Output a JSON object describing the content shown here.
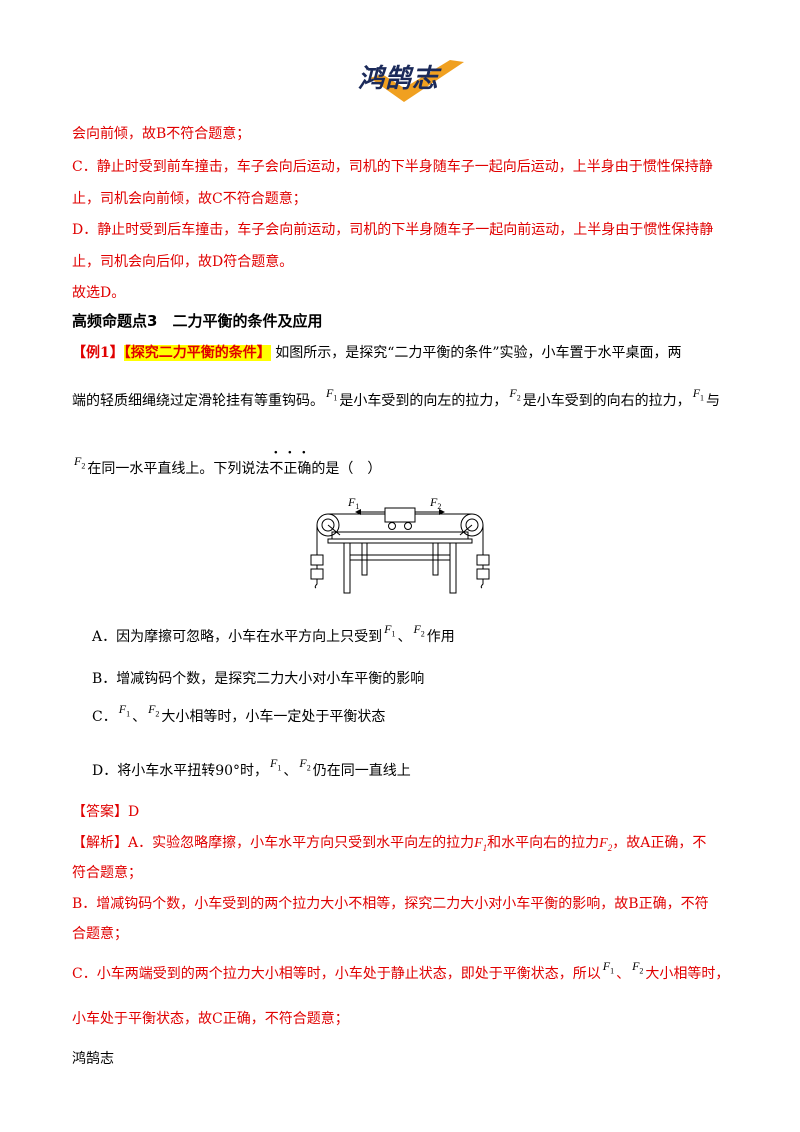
{
  "header": {
    "logo_text": "鸿鹄志"
  },
  "footer": {
    "text": "鸿鹄志"
  },
  "prev": {
    "l1": "会向前倾，故B不符合题意；",
    "l2": "C．静止时受到前车撞击，车子会向后运动，司机的下半身随车子一起向后运动，上半身由于惯性保持静",
    "l3": "止，司机会向前倾，故C不符合题意；",
    "l4": "D．静止时受到后车撞击，车子会向前运动，司机的下半身随车子一起向前运动，上半身由于惯性保持静",
    "l5": "止，司机会向后仰，故D符合题意。",
    "l6": "故选D。"
  },
  "section": {
    "title": "高频命题点3　二力平衡的条件及应用"
  },
  "example": {
    "tag": "【例1】",
    "highlight": "【探究二力平衡的条件】",
    "l1": " 如图所示，是探究“二力平衡的条件”实验，小车置于水平桌面，两",
    "l2a": "端的轻质细绳绕过定滑轮挂有等重钩码。",
    "l2b": "是小车受到的向左的拉力，",
    "l2c": "是小车受到的向右的拉力，",
    "l2d": "与",
    "l3a": "在同一水平直线上。下列说法",
    "l3_not": "不",
    "l3_zheng": "正",
    "l3_que": "确",
    "l3b": "的是（　）"
  },
  "sym": {
    "F": "F",
    "s1": "1",
    "s2": "2"
  },
  "figure": {
    "f1": "F",
    "f2": "F",
    "s1": "1",
    "s2": "2"
  },
  "options": {
    "a1": "A．因为摩擦可忽略，小车在水平方向上只受到",
    "a_sep": "、",
    "a2": "作用",
    "b": "B．增减钩码个数，是探究二力大小对小车平衡的影响",
    "c1": "C．",
    "c_sep": "、",
    "c2": "大小相等时，小车一定处于平衡状态",
    "d1": "D．将小车水平扭转90°时，",
    "d_sep": "、",
    "d2": "仍在同一直线上"
  },
  "answer": {
    "text": "【答案】D"
  },
  "analysis": {
    "l1a": "【解析】A．实验忽略摩擦，小车水平方向只受到水平向左的拉力",
    "l1F1": "F",
    "l1s1": "1",
    "l1b": "和水平向右的拉力",
    "l1F2": "F",
    "l1s2": "2",
    "l1c": "，故A正确，不",
    "l2": "符合题意；",
    "l3": "B．增减钩码个数，小车受到的两个拉力大小不相等，探究二力大小对小车平衡的影响，故B正确，不符",
    "l4": "合题意；",
    "l5a": "C．小车两端受到的两个拉力大小相等时，小车处于静止状态，即处于平衡状态，所以",
    "l5sep": "、",
    "l5b": "大小相等时，",
    "l6": "小车处于平衡状态，故C正确，不符合题意；"
  }
}
